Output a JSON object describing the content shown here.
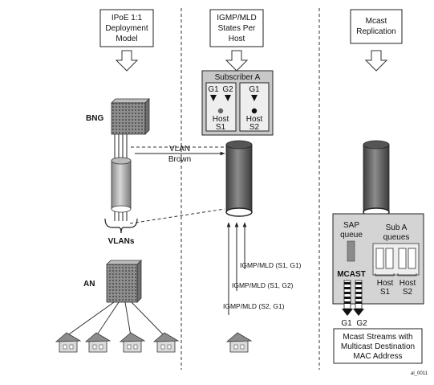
{
  "columns": {
    "left": {
      "title_lines": [
        "IPoE 1:1",
        "Deployment",
        "Model"
      ]
    },
    "middle": {
      "title_lines": [
        "IGMP/MLD",
        "States Per",
        "Host"
      ]
    },
    "right": {
      "title_lines": [
        "Mcast",
        "Replication"
      ]
    }
  },
  "bng_label": "BNG",
  "an_label": "AN",
  "vlans_label": "VLANs",
  "vlan_brown_lines": [
    "VLAN",
    "Brown"
  ],
  "subscriber": {
    "title": "Subscriber A",
    "host1": {
      "groups": [
        "G1",
        "G2"
      ],
      "name_lines": [
        "Host",
        "S1"
      ]
    },
    "host2": {
      "groups": [
        "G1"
      ],
      "name_lines": [
        "Host",
        "S2"
      ]
    }
  },
  "igmp_messages": [
    "IGMP/MLD (S1, G1)",
    "IGMP/MLD (S1, G2)",
    "IGMP/MLD (S2, G1)"
  ],
  "replication": {
    "sap_queue_lines": [
      "SAP",
      "queue"
    ],
    "sub_a_queues_lines": [
      "Sub A",
      "queues"
    ],
    "mcast_label": "MCAST",
    "host_s1_lines": [
      "Host",
      "S1"
    ],
    "host_s2_lines": [
      "Host",
      "S2"
    ],
    "g1_label": "G1",
    "g2_label": "G2",
    "streams_lines": [
      "Mcast Streams with",
      "Multicast Destination",
      "MAC Address"
    ]
  },
  "figure_id": "al_0011"
}
